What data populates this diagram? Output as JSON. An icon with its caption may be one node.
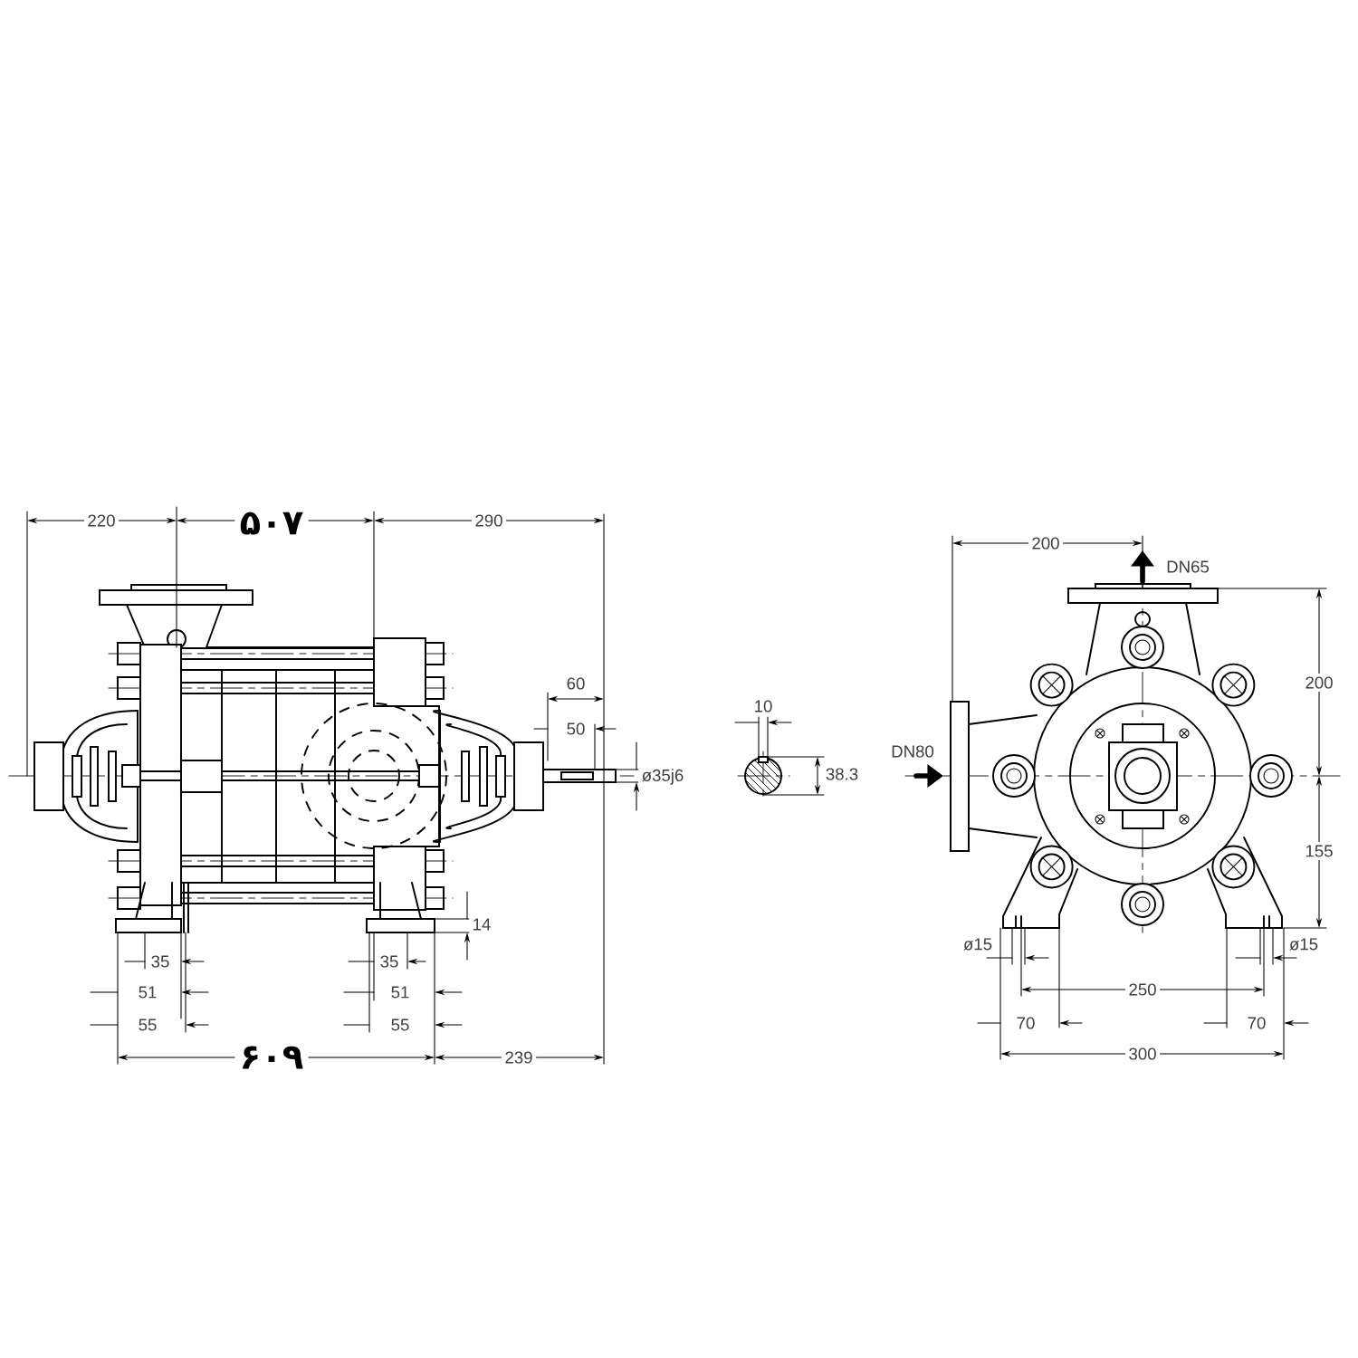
{
  "diagram": {
    "labels": [
      "220",
      "۵۰۷",
      "290",
      "200",
      "DN65",
      "60",
      "200",
      "10",
      "50",
      "DN80",
      "ø35j6",
      "38.3",
      "155",
      "14",
      "ø15",
      "ø15",
      "35",
      "35",
      "51",
      "51",
      "250",
      "55",
      "55",
      "70",
      "70",
      "۶۰۹",
      "239",
      "300"
    ]
  }
}
